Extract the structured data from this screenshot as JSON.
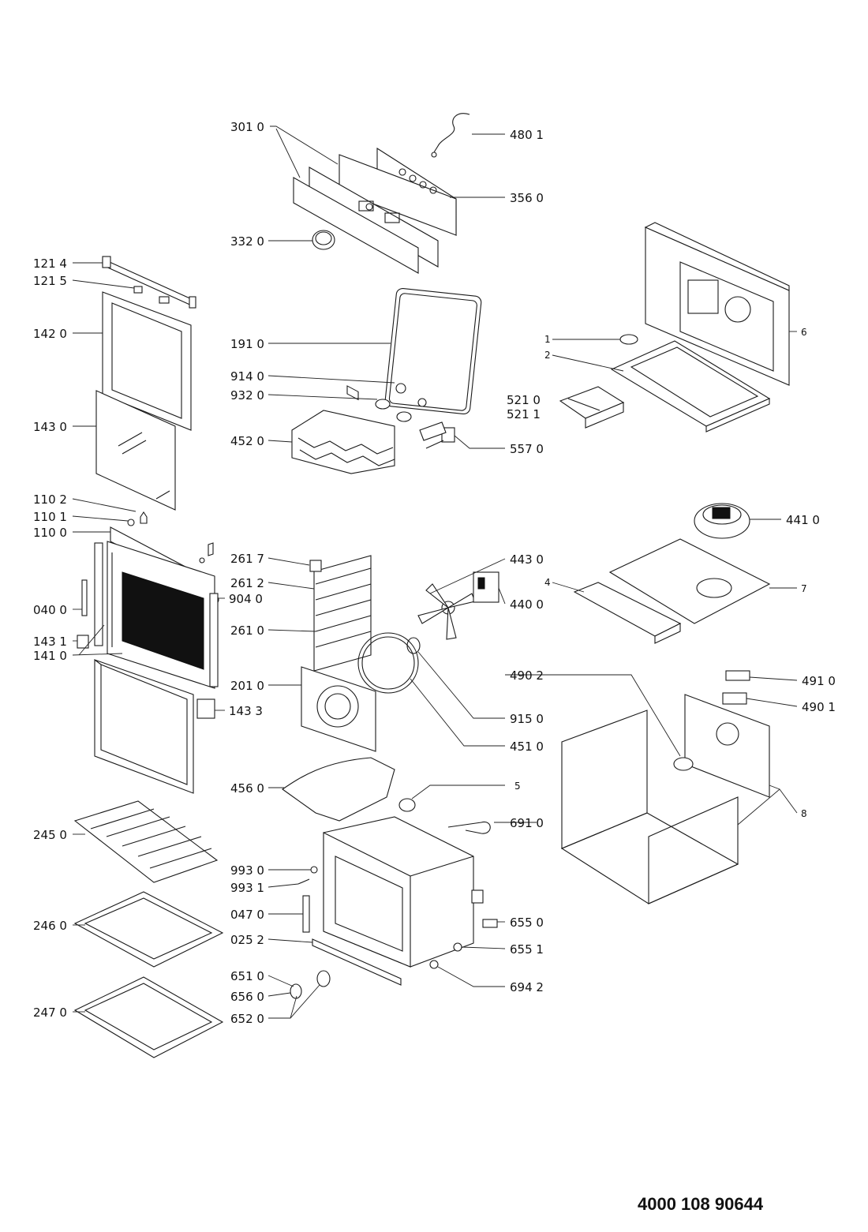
{
  "labels": {
    "l3010": "301 0",
    "l4801": "480 1",
    "l3560": "356 0",
    "l3320": "332 0",
    "l1214": "121 4",
    "l1215": "121 5",
    "l1420": "142 0",
    "l1910": "191 0",
    "l9140": "914 0",
    "l9320": "932 0",
    "l1430": "143 0",
    "l4520": "452 0",
    "l5570": "557 0",
    "l5210": "521 0",
    "l5211": "521 1",
    "l1": "1",
    "l2": "2",
    "l6": "6",
    "l1102": "110 2",
    "l1101": "110 1",
    "l1100": "110 0",
    "l4410": "441 0",
    "l2617": "261 7",
    "l4430": "443 0",
    "l2612": "261 2",
    "l9040": "904 0",
    "l4": "4",
    "l7": "7",
    "l0400": "040 0",
    "l4400": "440 0",
    "l2610": "261 0",
    "l1431": "143 1",
    "l1410": "141 0",
    "l4902": "490 2",
    "l2010": "201 0",
    "l4910": "491 0",
    "l4901": "490 1",
    "l1433": "143 3",
    "l9150": "915 0",
    "l4510": "451 0",
    "l4560": "456 0",
    "l5": "5",
    "l8": "8",
    "l2450": "245 0",
    "l6910": "691 0",
    "l9930": "993 0",
    "l9931": "993 1",
    "l0470": "047 0",
    "l2460": "246 0",
    "l6550": "655 0",
    "l0252": "025 2",
    "l6551": "655 1",
    "l6510": "651 0",
    "l6942": "694 2",
    "l6560": "656 0",
    "l6520": "652 0",
    "l2470": "247 0"
  },
  "document_number": "4000 108 90644"
}
